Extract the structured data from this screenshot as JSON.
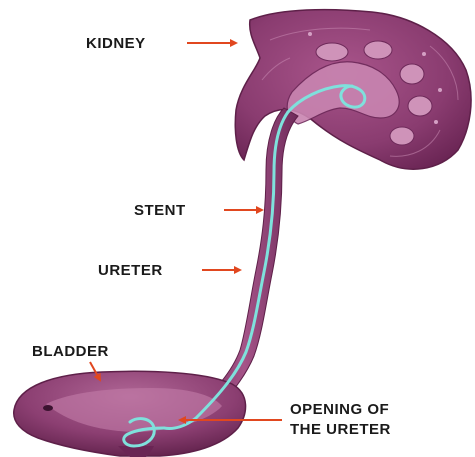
{
  "labels": {
    "kidney": "KIDNEY",
    "stent": "STENT",
    "ureter": "URETER",
    "bladder": "BLADDER",
    "opening_line1": "OPENING OF",
    "opening_line2": "THE URETER"
  },
  "colors": {
    "tissue": "#8a3c70",
    "tissue_light": "#b7679a",
    "tissue_dark": "#5e2049",
    "stent": "#7fe1dc",
    "arrow": "#e1471f",
    "label": "#1a1a1a"
  }
}
